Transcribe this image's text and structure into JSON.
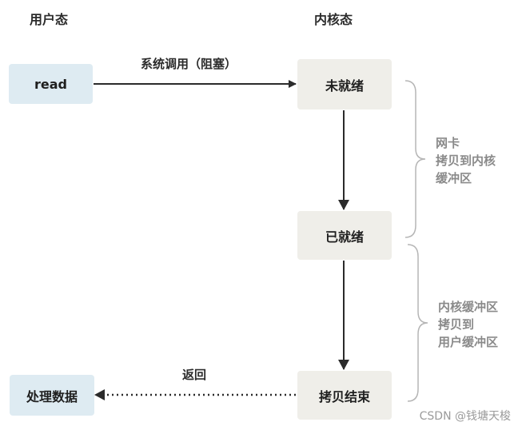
{
  "headers": {
    "user_mode": "用户态",
    "kernel_mode": "内核态"
  },
  "boxes": {
    "read": "read",
    "not_ready": "未就绪",
    "ready": "已就绪",
    "copy_done": "拷贝结束",
    "process_data": "处理数据"
  },
  "arrows": {
    "syscall": "系统调用（阻塞）",
    "return": "返回"
  },
  "notes": {
    "nic_copy": [
      "网卡",
      "拷贝到内核",
      "缓冲区"
    ],
    "kernel_copy": [
      "内核缓冲区",
      "拷贝到",
      "用户缓冲区"
    ]
  },
  "watermark": "CSDN @钱塘天梭",
  "colors": {
    "user_box": "#deebf2",
    "kernel_box": "#efeee9",
    "note_text": "#8a8a8a"
  }
}
